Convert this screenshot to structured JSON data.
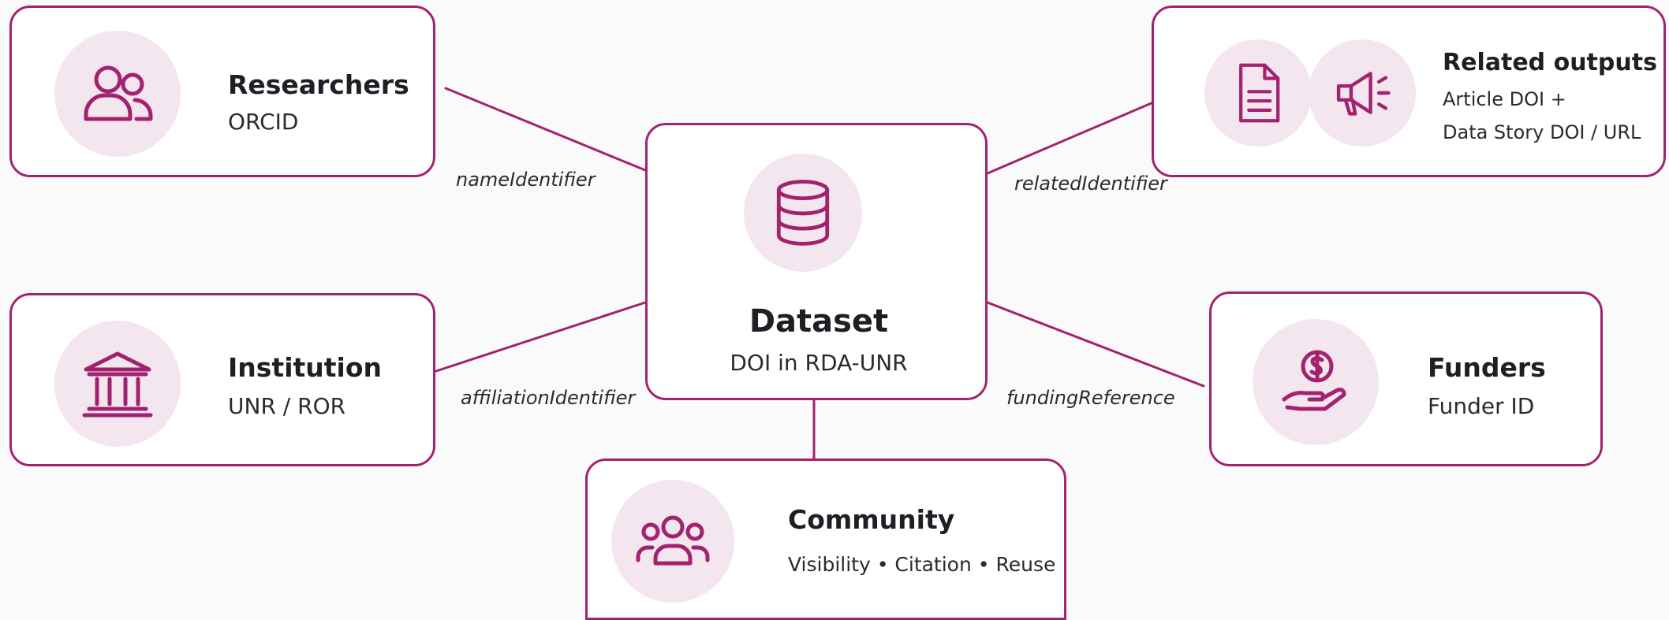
{
  "colors": {
    "accent": "#a3226f",
    "icon_bg": "#f3e6ee",
    "text": "#1e1e24",
    "background": "#fbfafb"
  },
  "center": {
    "title": "Dataset",
    "subtitle": "DOI in RDA-UNR",
    "icon": "database-icon"
  },
  "nodes": {
    "researchers": {
      "title": "Researchers",
      "subtitle": "ORCID",
      "icon": "users-icon"
    },
    "institution": {
      "title": "Institution",
      "subtitle": "UNR / ROR",
      "icon": "institution-building-icon"
    },
    "community": {
      "title": "Community",
      "subtitle": "Visibility • Citation • Reuse",
      "icon": "community-group-icon"
    },
    "related": {
      "title": "Related outputs",
      "subtitle_line1": "Article DOI +",
      "subtitle_line2": "Data Story DOI / URL",
      "icons": [
        "document-icon",
        "megaphone-icon"
      ]
    },
    "funders": {
      "title": "Funders",
      "subtitle": "Funder ID",
      "icon": "funding-hand-icon"
    }
  },
  "edges": {
    "researchers": "nameIdentifier",
    "institution": "affiliationIdentifier",
    "related": "relatedIdentifier",
    "funders": "fundingReference"
  }
}
